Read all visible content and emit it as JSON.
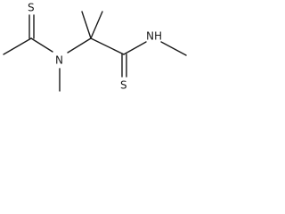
{
  "molecule": {
    "atoms": {
      "s_top": "S",
      "n_center": "N",
      "nh": "NH",
      "s_bottom": "S"
    }
  },
  "colors": {
    "bond": "#1a1a1a",
    "background": "#ffffff"
  }
}
